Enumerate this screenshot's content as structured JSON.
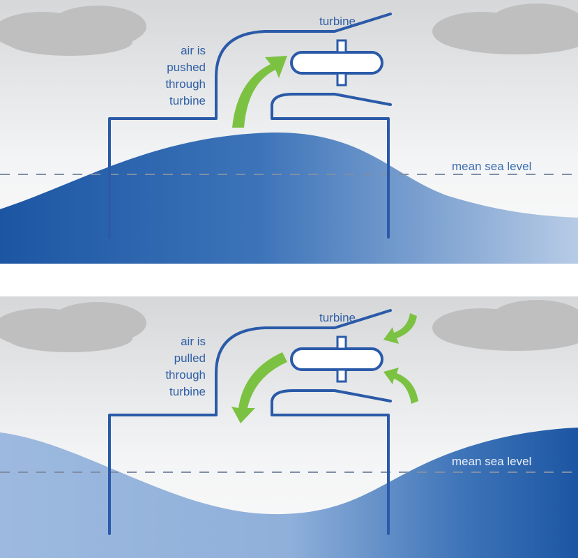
{
  "colors": {
    "water_dark": "#1f5aa6",
    "water_light": "#a9c2e4",
    "outline": "#2a5aa8",
    "arrow": "#7cc242",
    "cloud": "#bdbdbd"
  },
  "top_panel": {
    "turbine_label": "turbine",
    "air_label": [
      "air is",
      "pushed",
      "through",
      "turbine"
    ],
    "sea_level_label": "mean sea level"
  },
  "bottom_panel": {
    "turbine_label": "turbine",
    "air_label": [
      "air is",
      "pulled",
      "through",
      "turbine"
    ],
    "sea_level_label": "mean sea level"
  }
}
